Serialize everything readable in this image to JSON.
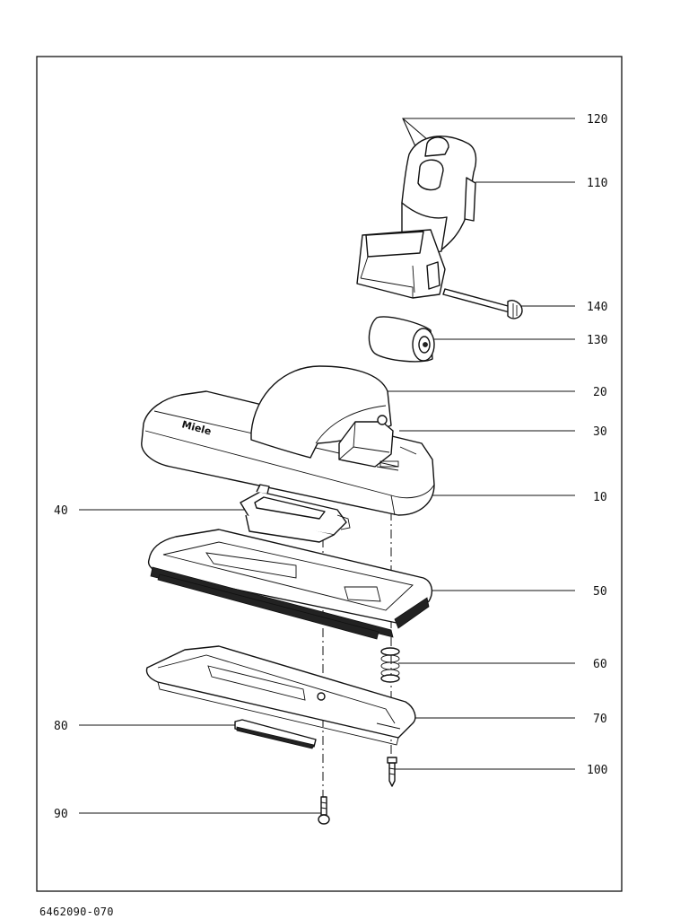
{
  "callouts": [
    {
      "id": "120",
      "label": "120"
    },
    {
      "id": "110",
      "label": "110"
    },
    {
      "id": "140",
      "label": "140"
    },
    {
      "id": "130",
      "label": "130"
    },
    {
      "id": "20",
      "label": "20"
    },
    {
      "id": "30",
      "label": "30"
    },
    {
      "id": "10",
      "label": "10"
    },
    {
      "id": "40",
      "label": "40"
    },
    {
      "id": "50",
      "label": "50"
    },
    {
      "id": "60",
      "label": "60"
    },
    {
      "id": "70",
      "label": "70"
    },
    {
      "id": "80",
      "label": "80"
    },
    {
      "id": "100",
      "label": "100"
    },
    {
      "id": "90",
      "label": "90"
    }
  ],
  "brand_mark": "Miele",
  "document_number": "6462090-070"
}
